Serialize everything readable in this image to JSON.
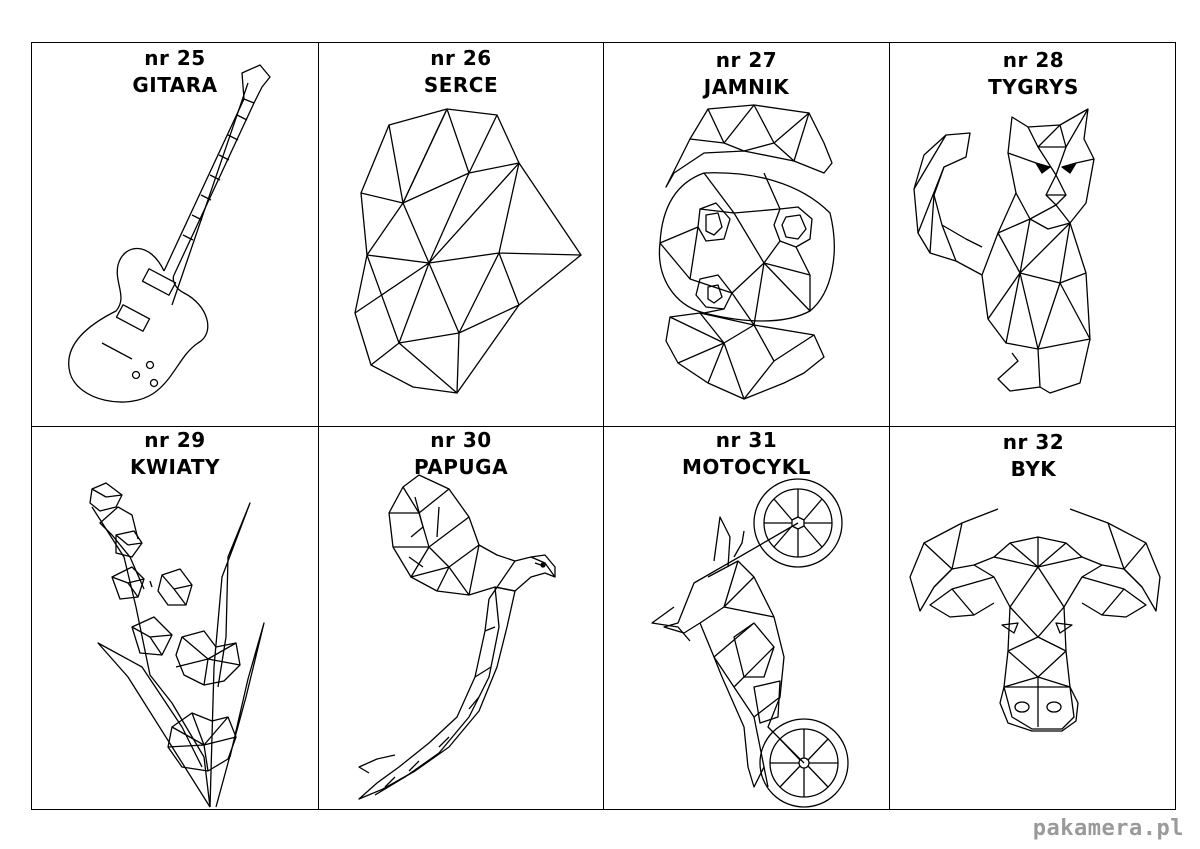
{
  "cards": [
    {
      "number": "nr 25",
      "title": "GITARA",
      "icon": "guitar-icon"
    },
    {
      "number": "nr 26",
      "title": "SERCE",
      "icon": "heart-icon"
    },
    {
      "number": "nr 27",
      "title": "JAMNIK",
      "icon": "dachshund-icon"
    },
    {
      "number": "nr 28",
      "title": "TYGRYS",
      "icon": "tiger-icon"
    },
    {
      "number": "nr 29",
      "title": "KWIATY",
      "icon": "flowers-icon"
    },
    {
      "number": "nr 30",
      "title": "PAPUGA",
      "icon": "parrot-icon"
    },
    {
      "number": "nr 31",
      "title": "MOTOCYKL",
      "icon": "motorcycle-icon"
    },
    {
      "number": "nr 32",
      "title": "BYK",
      "icon": "bull-icon"
    }
  ],
  "watermark": "pakamera.pl"
}
